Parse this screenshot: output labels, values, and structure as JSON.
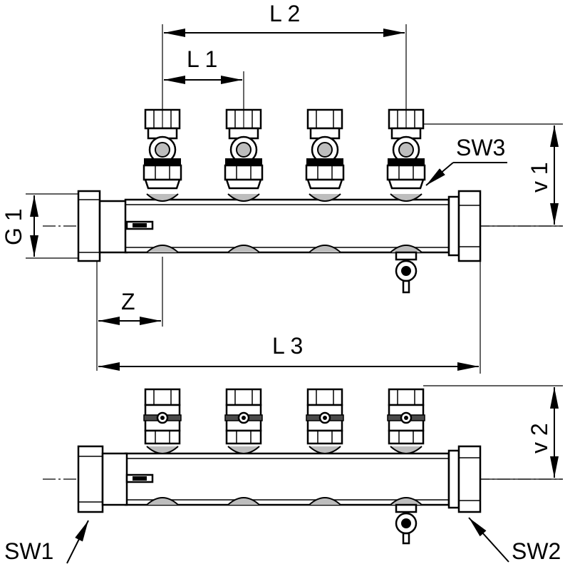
{
  "drawing": {
    "labels": {
      "l2": "L 2",
      "l1": "L 1",
      "sw3": "SW3",
      "v1": "v 1",
      "g1": "G 1",
      "z": "Z",
      "l3": "L 3",
      "v2": "v 2",
      "sw1": "SW1",
      "sw2": "SW2"
    }
  }
}
